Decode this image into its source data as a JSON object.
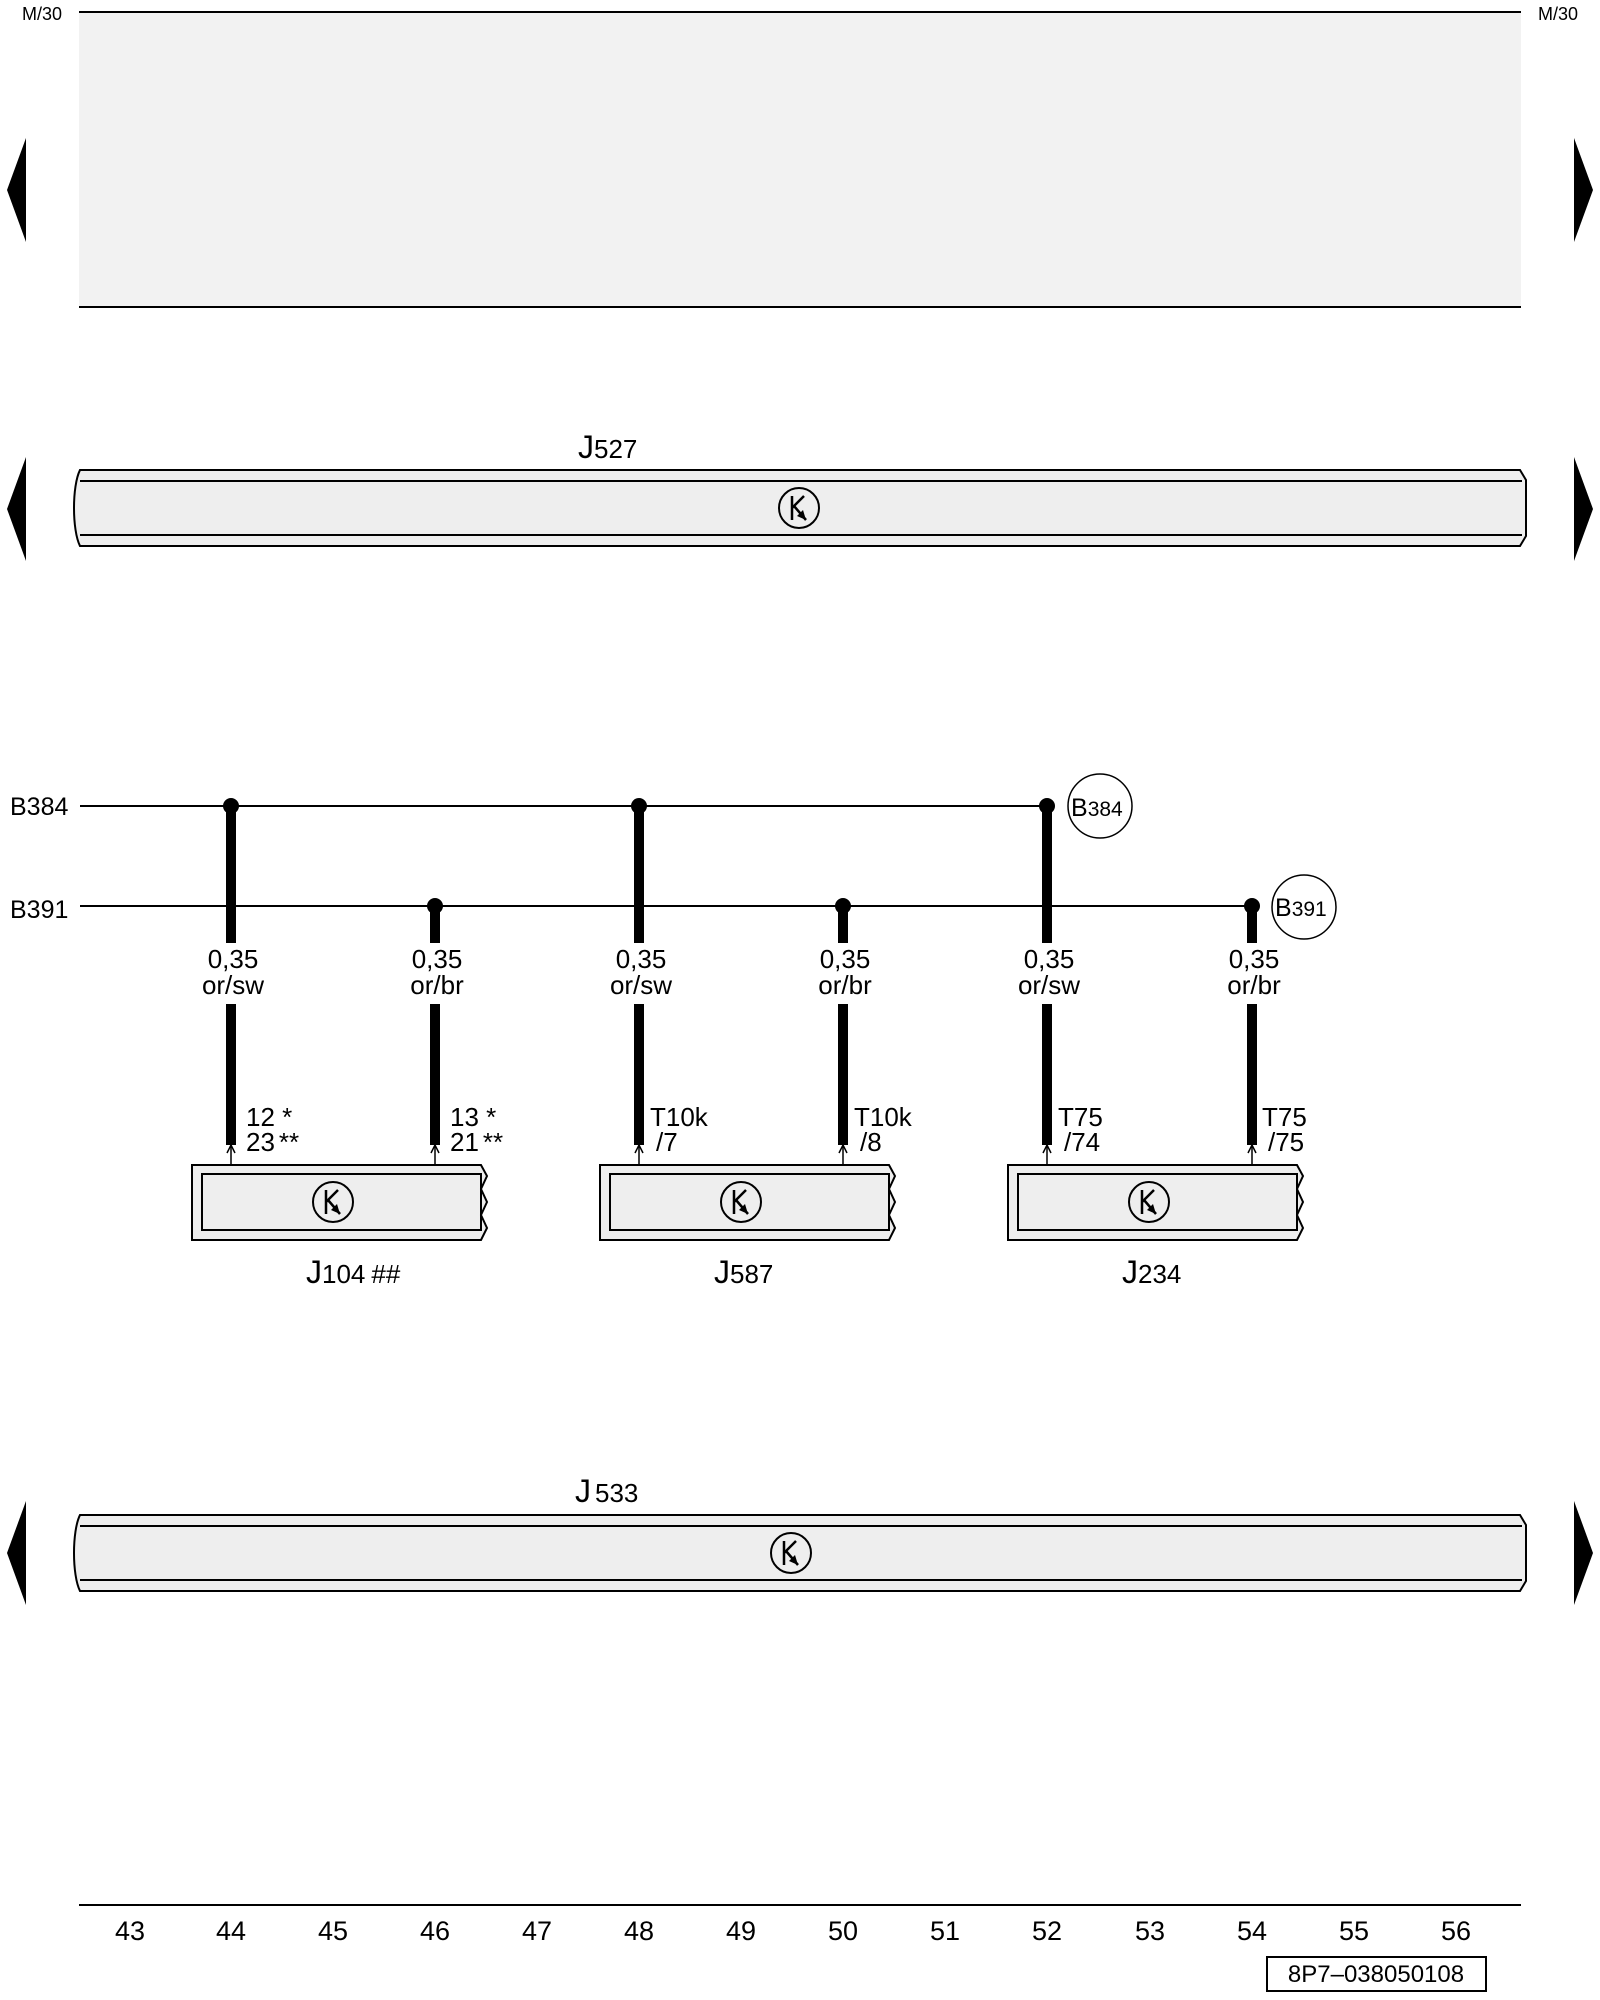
{
  "page": {
    "ref_left": "M/30",
    "ref_right": "M/30"
  },
  "bus_modules": [
    {
      "id": "J527",
      "letter": "J",
      "num": "527"
    },
    {
      "id": "J533",
      "letter": "J",
      "num": "533"
    }
  ],
  "bus_lines": [
    {
      "id": "B384",
      "label": "B384",
      "end": {
        "letter": "B",
        "num": "384"
      }
    },
    {
      "id": "B391",
      "label": "B391",
      "end": {
        "letter": "B",
        "num": "391"
      }
    }
  ],
  "wires": [
    {
      "bus": "B384",
      "size": "0,35",
      "color": "or/sw",
      "pin_top": "12",
      "pin_top_mark": "*",
      "pin_bottom": "23",
      "pin_bottom_mark": "**"
    },
    {
      "bus": "B391",
      "size": "0,35",
      "color": "or/br",
      "pin_top": "13",
      "pin_top_mark": "*",
      "pin_bottom": "21",
      "pin_bottom_mark": "**"
    },
    {
      "bus": "B384",
      "size": "0,35",
      "color": "or/sw",
      "pin_top": "T10k",
      "pin_top_mark": "",
      "pin_bottom": "/7",
      "pin_bottom_mark": ""
    },
    {
      "bus": "B391",
      "size": "0,35",
      "color": "or/br",
      "pin_top": "T10k",
      "pin_top_mark": "",
      "pin_bottom": "/8",
      "pin_bottom_mark": ""
    },
    {
      "bus": "B384",
      "size": "0,35",
      "color": "or/sw",
      "pin_top": "T75",
      "pin_top_mark": "",
      "pin_bottom": "/74",
      "pin_bottom_mark": ""
    },
    {
      "bus": "B391",
      "size": "0,35",
      "color": "or/br",
      "pin_top": "T75",
      "pin_top_mark": "",
      "pin_bottom": "/75",
      "pin_bottom_mark": ""
    }
  ],
  "modules": [
    {
      "letter": "J",
      "num": "104",
      "suffix": "##"
    },
    {
      "letter": "J",
      "num": "587",
      "suffix": ""
    },
    {
      "letter": "J",
      "num": "234",
      "suffix": ""
    }
  ],
  "columns": [
    "43",
    "44",
    "45",
    "46",
    "47",
    "48",
    "49",
    "50",
    "51",
    "52",
    "53",
    "54",
    "55",
    "56"
  ],
  "drawing_number": "8P7–038050108",
  "colors": {
    "ink": "#000000",
    "module_fill": "#eeeeee",
    "background": "#ffffff"
  }
}
